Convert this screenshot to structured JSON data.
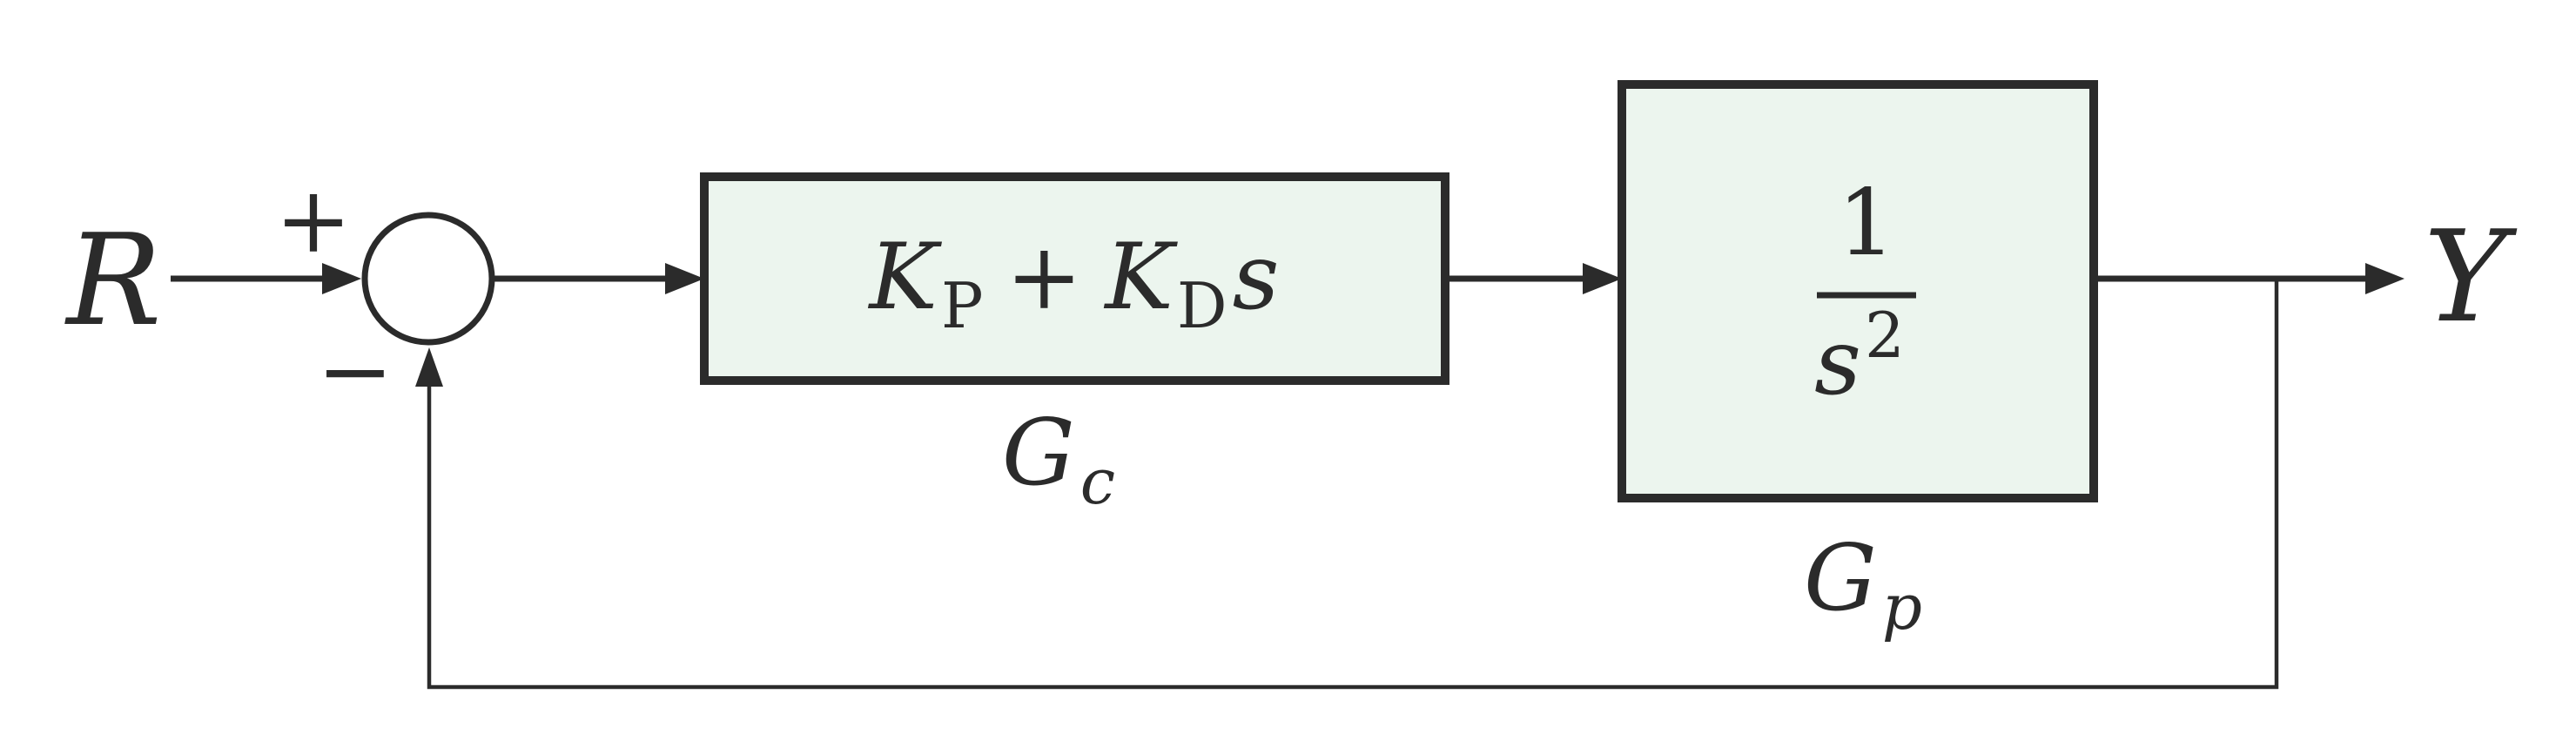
{
  "diagram": {
    "type": "feedback-control-block-diagram",
    "description": "Unity negative feedback loop: R minus feedback enters summing junction, through PD controller Gc = KP + KDs, then double-integrator plant Gp = 1/s^2, producing output Y which is fed back.",
    "colors": {
      "background": "#ffffff",
      "block_fill": "#ecf5ee",
      "line": "#2b2b2b",
      "text": "#2b2b2b"
    },
    "input": {
      "label": "R"
    },
    "output": {
      "label": "Y"
    },
    "summing_junction": {
      "positive_sign": "+",
      "negative_sign": "−",
      "shape": "circle"
    },
    "blocks": [
      {
        "id": "controller",
        "expression": "K_P + K_D s",
        "parts": {
          "term1_base": "K",
          "term1_sub": "P",
          "operator": "+",
          "term2_base": "K",
          "term2_sub": "D",
          "term2_var": "s"
        },
        "label": {
          "text": "G_c",
          "base": "G",
          "sub": "c"
        }
      },
      {
        "id": "plant",
        "expression": "1/s^2",
        "parts": {
          "numerator": "1",
          "denominator_base": "s",
          "denominator_exponent": "2"
        },
        "label": {
          "text": "G_p",
          "base": "G",
          "sub": "p"
        }
      }
    ],
    "connections": [
      "R -> summing junction (+)",
      "summing junction -> controller block",
      "controller block -> plant block",
      "plant block -> Y",
      "branch after plant -> feedback -> summing junction (−)"
    ]
  }
}
